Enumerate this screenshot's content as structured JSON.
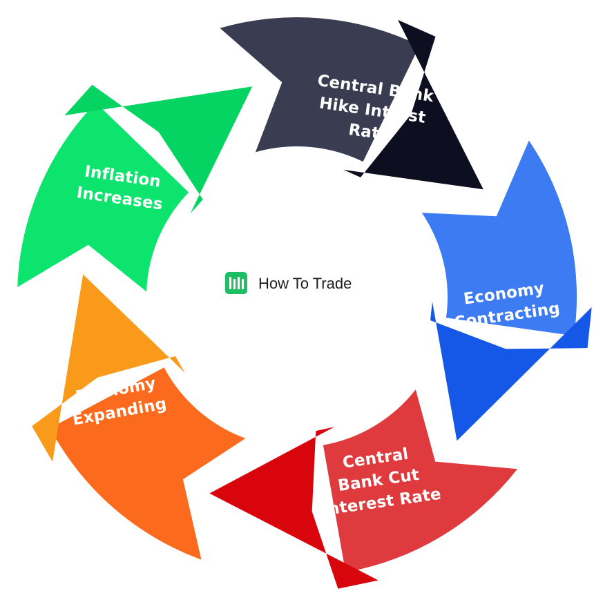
{
  "brand": {
    "name": "How To Trade",
    "color": "#1dbf63",
    "logo_icon": "bar-chart-logo-icon"
  },
  "cycle": {
    "steps": [
      {
        "id": "central-bank-hike",
        "lines": [
          "Central Bank",
          "Hike Intrest",
          "Rate"
        ],
        "color": "#3a3d52",
        "arrow_color": "#0d0f21"
      },
      {
        "id": "economy-contracting",
        "lines": [
          "Economy",
          "Contracting"
        ],
        "color": "#3d7bf2",
        "arrow_color": "#1557e6"
      },
      {
        "id": "central-bank-cut",
        "lines": [
          "Central",
          "Bank Cut",
          "Interest Rate"
        ],
        "color": "#df3a3d",
        "arrow_color": "#d8060c"
      },
      {
        "id": "economy-expanding",
        "lines": [
          "Economy",
          "Expanding"
        ],
        "color": "#fb6a1d",
        "arrow_color": "#f99a1a"
      },
      {
        "id": "inflation-increases",
        "lines": [
          "Inflation",
          "Increases"
        ],
        "color": "#0de46e",
        "arrow_color": "#05d462"
      }
    ]
  }
}
